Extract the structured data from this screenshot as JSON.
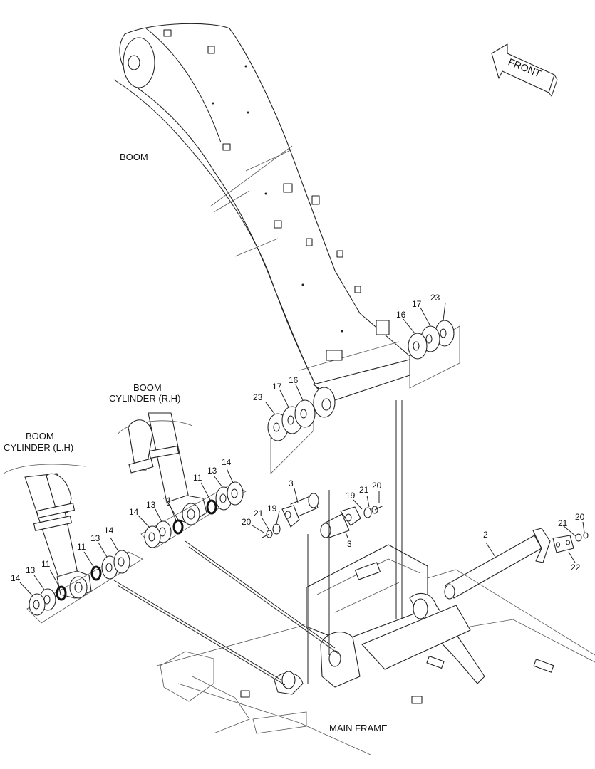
{
  "labels": {
    "boom": "BOOM",
    "boom_cyl_rh_1": "BOOM",
    "boom_cyl_rh_2": "CYLINDER (R.H)",
    "boom_cyl_lh_1": "BOOM",
    "boom_cyl_lh_2": "CYLINDER (L.H)",
    "main_frame": "MAIN FRAME",
    "front": "FRONT"
  },
  "parts": {
    "p23a": "23",
    "p17a": "17",
    "p16a": "16",
    "p23b": "23",
    "p17b": "17",
    "p16b": "16",
    "p11r1": "11",
    "p13r1": "13",
    "p14r1": "14",
    "p14r2": "14",
    "p13r2": "13",
    "p11r2": "11",
    "p11l1": "11",
    "p13l1": "13",
    "p14l1": "14",
    "p14l2": "14",
    "p13l2": "13",
    "p11l2": "11",
    "p3a": "3",
    "p3b": "3",
    "p20a": "20",
    "p21a": "21",
    "p19a": "19",
    "p19b": "19",
    "p21b": "21",
    "p20b": "20",
    "p2": "2",
    "p21c": "21",
    "p20c": "20",
    "p22": "22"
  },
  "colors": {
    "line": "#222222",
    "background": "#ffffff"
  }
}
